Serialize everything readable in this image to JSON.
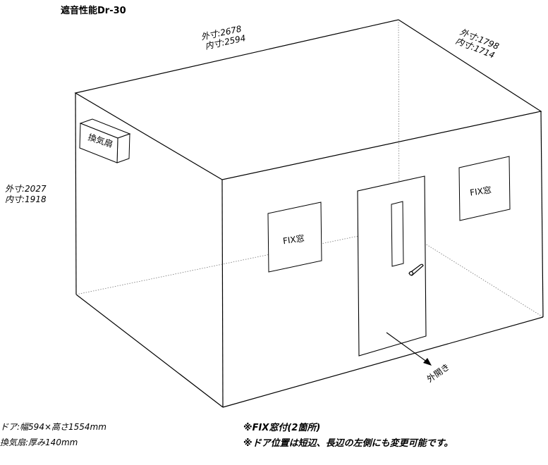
{
  "title": "遮音性能Dr-30",
  "dimensions": {
    "width_outer": "外寸:2678",
    "width_inner": "内寸:2594",
    "depth_outer": "外寸:1798",
    "depth_inner": "内寸:1714",
    "height_outer": "外寸:2027",
    "height_inner": "内寸:1918"
  },
  "labels": {
    "vent": "換気扇",
    "fix_window_front": "FIX窓",
    "fix_window_side": "FIX窓",
    "door_open": "外開き"
  },
  "notes": {
    "door_size": "ドア:幅594×高さ1554mm",
    "vent_size": "換気扇:厚み140mm",
    "fix_count": "※FIX窓付(2箇所)",
    "door_position": "※ドア位置は短辺、長辺の左側にも変更可能です。"
  }
}
